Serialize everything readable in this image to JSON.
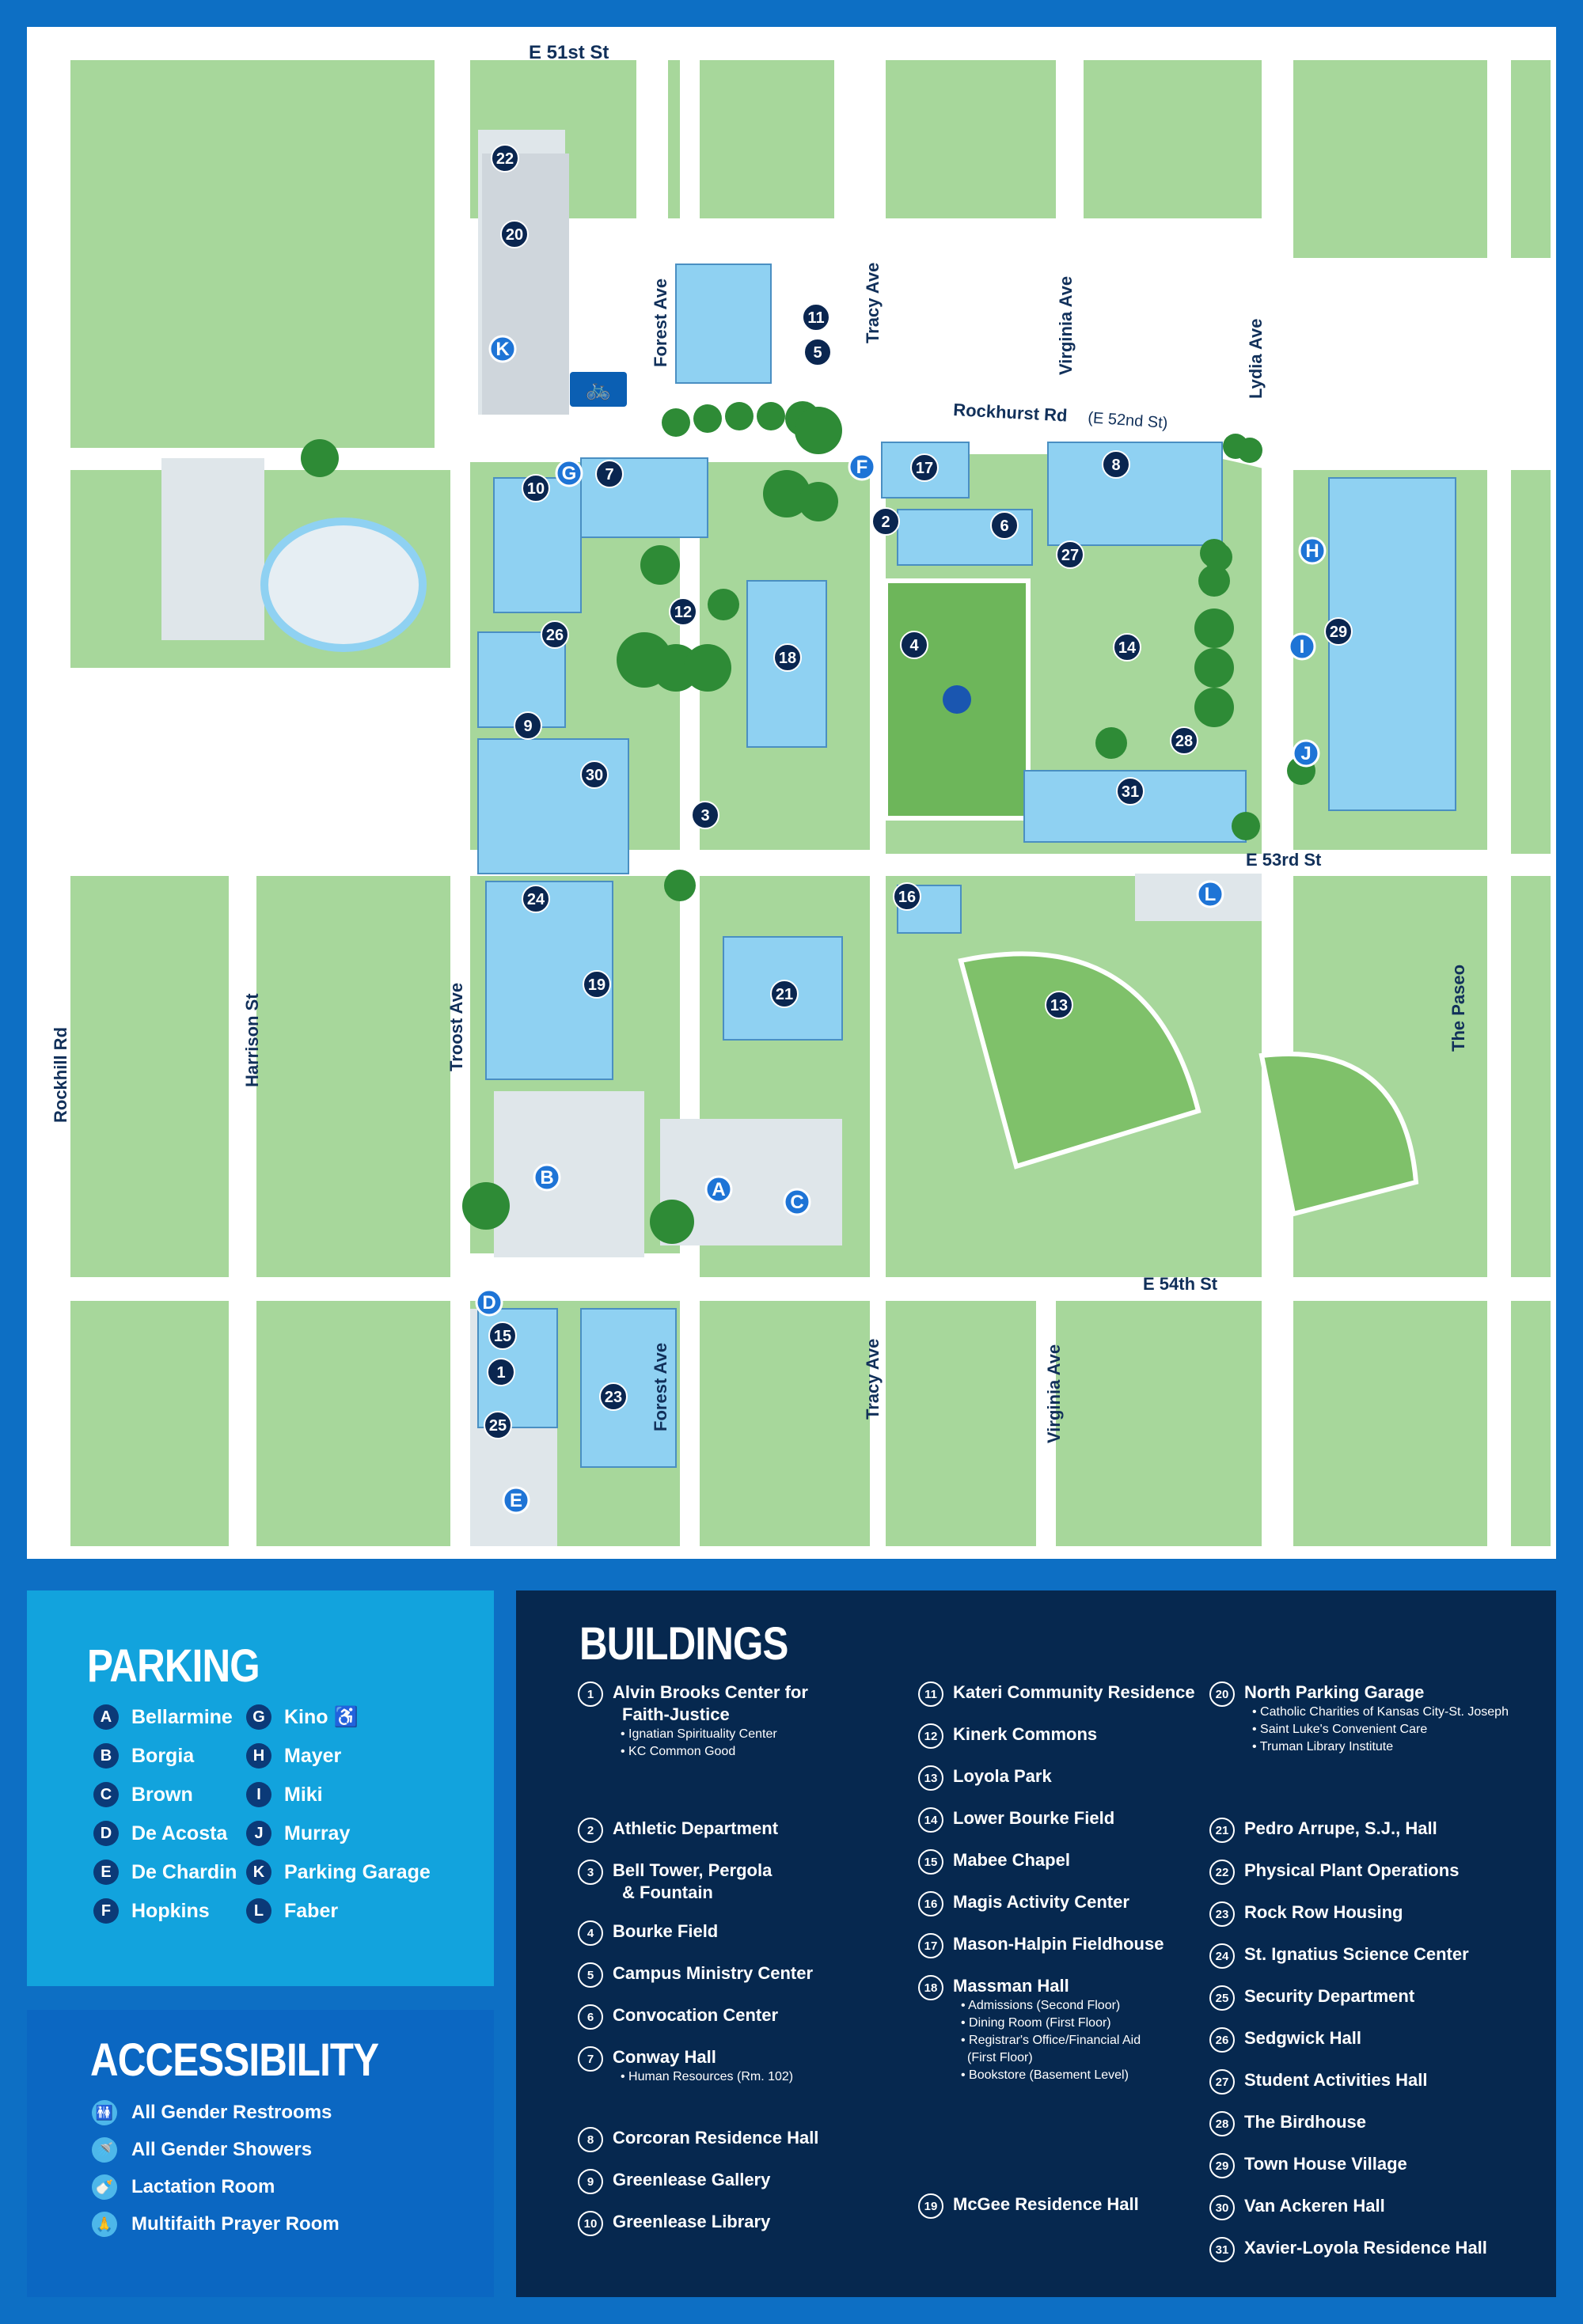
{
  "colors": {
    "frame": "#0d6fc4",
    "green": "#a7d79b",
    "road": "#ffffff",
    "building": "#8fd1f2",
    "tree": "#2e8b36",
    "parking_blue": "#12a3dd",
    "accessibility_blue": "#0b67c2",
    "buildings_navy": "#06284f"
  },
  "streets": {
    "e51": "E 51st St",
    "rockhurst": "Rockhurst Rd",
    "rockhurst_alt": "(E 52nd St)",
    "e53": "E 53rd St",
    "e54": "E 54th St",
    "forest_n": "Forest Ave",
    "tracy_n": "Tracy Ave",
    "virginia_n": "Virginia Ave",
    "lydia": "Lydia Ave",
    "troost": "Troost Ave",
    "harrison": "Harrison St",
    "rockhill": "Rockhill Rd",
    "paseo": "The Paseo",
    "forest_s": "Forest Ave",
    "tracy_s": "Tracy Ave",
    "virginia_s": "Virginia Ave"
  },
  "map_buildings": [
    "22",
    "20",
    "11",
    "5",
    "17",
    "8",
    "10",
    "7",
    "2",
    "6",
    "27",
    "12",
    "26",
    "18",
    "4",
    "14",
    "9",
    "30",
    "3",
    "31",
    "28",
    "29",
    "24",
    "16",
    "19",
    "21",
    "13",
    "15",
    "1",
    "25",
    "23"
  ],
  "map_parking": [
    "K",
    "G",
    "F",
    "H",
    "I",
    "J",
    "L",
    "B",
    "A",
    "C",
    "D",
    "E"
  ],
  "parking": {
    "title": "PARKING",
    "items": [
      {
        "code": "A",
        "label": "Bellarmine"
      },
      {
        "code": "G",
        "label": "Kino ♿"
      },
      {
        "code": "B",
        "label": "Borgia"
      },
      {
        "code": "H",
        "label": "Mayer"
      },
      {
        "code": "C",
        "label": "Brown"
      },
      {
        "code": "I",
        "label": "Miki"
      },
      {
        "code": "D",
        "label": "De Acosta"
      },
      {
        "code": "J",
        "label": "Murray"
      },
      {
        "code": "E",
        "label": "De Chardin"
      },
      {
        "code": "K",
        "label": "Parking Garage"
      },
      {
        "code": "F",
        "label": "Hopkins"
      },
      {
        "code": "L",
        "label": "Faber"
      }
    ]
  },
  "accessibility": {
    "title": "ACCESSIBILITY",
    "items": [
      {
        "icon": "restroom-icon",
        "glyph": "🚻",
        "label": "All Gender Restrooms"
      },
      {
        "icon": "shower-icon",
        "glyph": "🚿",
        "label": "All Gender Showers"
      },
      {
        "icon": "lactation-icon",
        "glyph": "🍼",
        "label": "Lactation Room"
      },
      {
        "icon": "prayer-icon",
        "glyph": "🙏",
        "label": "Multifaith Prayer Room"
      }
    ]
  },
  "buildings": {
    "title": "BUILDINGS",
    "col1": [
      {
        "n": "1",
        "name": "Alvin Brooks Center for",
        "name2": "Faith-Justice",
        "subs": [
          "Ignatian Spirituality Center",
          "KC Common Good"
        ]
      },
      {
        "n": "2",
        "name": "Athletic Department"
      },
      {
        "n": "3",
        "name": "Bell Tower, Pergola",
        "name2": "& Fountain"
      },
      {
        "n": "4",
        "name": "Bourke Field"
      },
      {
        "n": "5",
        "name": "Campus Ministry Center"
      },
      {
        "n": "6",
        "name": "Convocation Center"
      },
      {
        "n": "7",
        "name": "Conway Hall",
        "subs": [
          "Human Resources (Rm. 102)"
        ]
      },
      {
        "n": "8",
        "name": "Corcoran Residence Hall"
      },
      {
        "n": "9",
        "name": "Greenlease Gallery"
      },
      {
        "n": "10",
        "name": "Greenlease Library"
      }
    ],
    "col2": [
      {
        "n": "11",
        "name": "Kateri Community Residence"
      },
      {
        "n": "12",
        "name": "Kinerk Commons"
      },
      {
        "n": "13",
        "name": "Loyola Park"
      },
      {
        "n": "14",
        "name": "Lower Bourke Field"
      },
      {
        "n": "15",
        "name": "Mabee Chapel"
      },
      {
        "n": "16",
        "name": "Magis Activity Center"
      },
      {
        "n": "17",
        "name": "Mason-Halpin Fieldhouse"
      },
      {
        "n": "18",
        "name": "Massman Hall",
        "subs": [
          "Admissions (Second Floor)",
          "Dining Room (First Floor)",
          "Registrar's Office/Financial Aid",
          "(First Floor)",
          "Bookstore (Basement Level)"
        ]
      },
      {
        "n": "19",
        "name": "McGee Residence Hall"
      }
    ],
    "col3": [
      {
        "n": "20",
        "name": "North Parking Garage",
        "subs": [
          "Catholic Charities of Kansas City-St. Joseph",
          "Saint Luke's Convenient Care",
          "Truman Library Institute"
        ]
      },
      {
        "n": "21",
        "name": "Pedro Arrupe, S.J., Hall"
      },
      {
        "n": "22",
        "name": "Physical Plant Operations"
      },
      {
        "n": "23",
        "name": "Rock Row Housing"
      },
      {
        "n": "24",
        "name": "St. Ignatius Science Center"
      },
      {
        "n": "25",
        "name": "Security Department"
      },
      {
        "n": "26",
        "name": "Sedgwick Hall"
      },
      {
        "n": "27",
        "name": "Student Activities Hall"
      },
      {
        "n": "28",
        "name": "The Birdhouse"
      },
      {
        "n": "29",
        "name": "Town House Village"
      },
      {
        "n": "30",
        "name": "Van Ackeren Hall"
      },
      {
        "n": "31",
        "name": "Xavier-Loyola Residence Hall"
      }
    ]
  }
}
